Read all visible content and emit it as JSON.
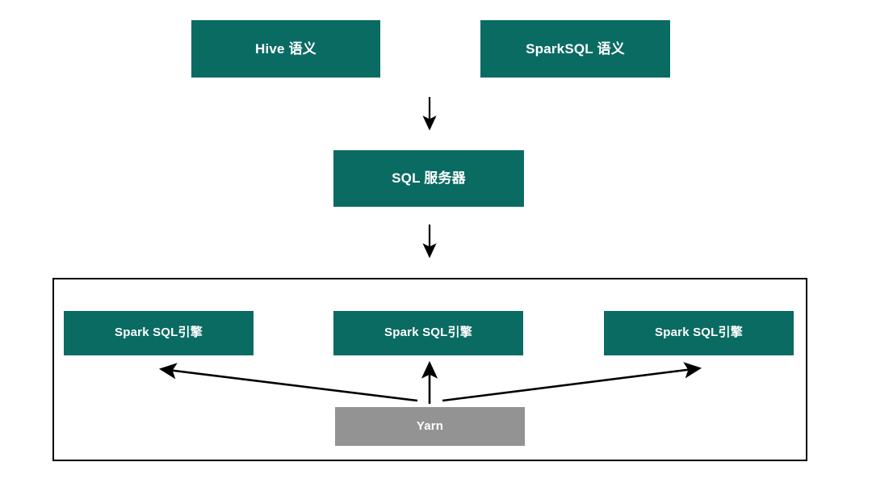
{
  "diagram": {
    "title_present": false,
    "colors": {
      "node_fill": "#0a6b63",
      "node_fill_alt": "#939393",
      "node_text": "#ffffff",
      "border": "#000000",
      "arrow": "#000000",
      "background": "#ffffff"
    },
    "nodes": {
      "hive": {
        "label": "Hive 语义"
      },
      "sparksql": {
        "label": "SparkSQL 语义"
      },
      "sql_server": {
        "label": "SQL 服务器"
      },
      "engine_left": {
        "label": "Spark SQL引擎"
      },
      "engine_center": {
        "label": "Spark SQL引擎"
      },
      "engine_right": {
        "label": "Spark SQL引擎"
      },
      "yarn": {
        "label": "Yarn"
      }
    },
    "edges": [
      {
        "name": "semantics-to-sql-server",
        "from": "hive/sparksql",
        "to": "sql_server",
        "direction": "down"
      },
      {
        "name": "sql-server-to-cluster",
        "from": "sql_server",
        "to": "cluster",
        "direction": "down"
      },
      {
        "name": "yarn-to-engine-left",
        "from": "yarn",
        "to": "engine_left",
        "direction": "up-left"
      },
      {
        "name": "yarn-to-engine-center",
        "from": "yarn",
        "to": "engine_center",
        "direction": "up"
      },
      {
        "name": "yarn-to-engine-right",
        "from": "yarn",
        "to": "engine_right",
        "direction": "up-right"
      }
    ]
  }
}
